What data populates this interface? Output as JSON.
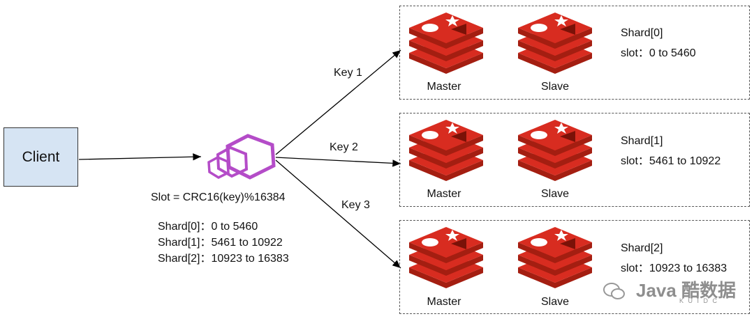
{
  "client": {
    "label": "Client"
  },
  "proxy": {
    "icon": "proxy-hexagon-icon",
    "formula": "Slot = CRC16(key)%16384",
    "mapping": [
      {
        "shard": "Shard[0]",
        "sep": "：",
        "range": "0 to 5460"
      },
      {
        "shard": "Shard[1]",
        "sep": "：",
        "range": "5461 to 10922"
      },
      {
        "shard": "Shard[2]",
        "sep": "：",
        "range": "10923 to 16383"
      }
    ]
  },
  "keys": [
    "Key 1",
    "Key 2",
    "Key 3"
  ],
  "shards": [
    {
      "title": "Shard[0]",
      "slot": "slot：0 to 5460",
      "master": "Master",
      "slave": "Slave"
    },
    {
      "title": "Shard[1]",
      "slot": "slot：5461 to 10922",
      "master": "Master",
      "slave": "Slave"
    },
    {
      "title": "Shard[2]",
      "slot": "slot：10923 to 16383",
      "master": "Master",
      "slave": "Slave"
    }
  ],
  "watermark": {
    "text": "Java 酷数据",
    "sub": "K U I D C"
  },
  "colors": {
    "client_fill": "#d6e4f3",
    "redis_red": "#d82c20",
    "redis_dark": "#a41e11",
    "proxy_purple": "#b44cc8"
  }
}
